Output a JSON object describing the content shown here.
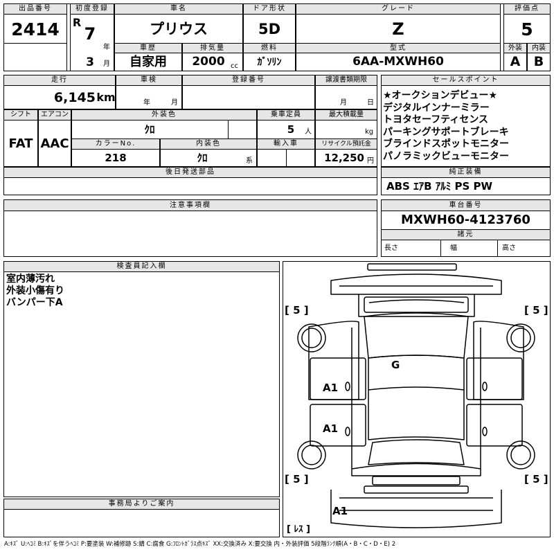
{
  "header": {
    "lot_number": {
      "label": "出品番号",
      "value": "2414"
    },
    "first_registration": {
      "label": "初度登録",
      "era": "R",
      "year": "7",
      "year_unit": "年",
      "month": "3",
      "month_unit": "月"
    },
    "car_name": {
      "label": "車名",
      "value": "プリウス"
    },
    "door_type": {
      "label": "ドア形状",
      "value": "5D"
    },
    "grade": {
      "label": "グレード",
      "value": "Z"
    },
    "score": {
      "label": "評価点",
      "value": "5"
    },
    "history": {
      "label": "車歴",
      "value": "自家用"
    },
    "displacement": {
      "label": "排気量",
      "value": "2000",
      "unit": "cc"
    },
    "fuel": {
      "label": "燃料",
      "value": "ｶﾞｿﾘﾝ"
    },
    "model": {
      "label": "型式",
      "value": "6AA-MXWH60"
    },
    "exterior_grade": {
      "label": "外装",
      "value": "A"
    },
    "interior_grade": {
      "label": "内装",
      "value": "B"
    }
  },
  "details": {
    "mileage": {
      "label": "走行",
      "value": "6,145",
      "unit": "km"
    },
    "inspection": {
      "label": "車検",
      "year_unit": "年",
      "month_unit": "月"
    },
    "registration_number": {
      "label": "登録番号"
    },
    "transfer_deadline": {
      "label": "譲渡書類期限",
      "month_unit": "月",
      "day_unit": "日"
    },
    "shift": {
      "label": "シフト",
      "value": "FAT"
    },
    "aircon": {
      "label": "エアコン",
      "value": "AAC"
    },
    "exterior_color": {
      "label": "外装色",
      "value": "ｸﾛ"
    },
    "capacity": {
      "label": "乗車定員",
      "value": "5",
      "unit": "人"
    },
    "max_load": {
      "label": "最大積載量",
      "unit": "kg"
    },
    "color_no": {
      "label": "カラーNo.",
      "value": "218"
    },
    "interior_color": {
      "label": "内装色",
      "value": "ｸﾛ",
      "unit": "系"
    },
    "import": {
      "label": "輸入車"
    },
    "recycle_fee": {
      "label": "リサイクル預託金",
      "value": "12,250",
      "unit": "円"
    },
    "later_parts": {
      "label": "後日発送部品"
    }
  },
  "selling_points": {
    "label": "セールスポイント",
    "items": [
      "★オークションデビュー★",
      "デジタルインナーミラー",
      "トヨタセーフティセンス",
      "パーキングサポートブレーキ",
      "ブラインドスポットモニター",
      "パノラミックビューモニター"
    ]
  },
  "equipment": {
    "label": "純正装備",
    "value": "ABS ｴｱB ｱﾙﾐ PS PW"
  },
  "cautions": {
    "label": "注意事項欄"
  },
  "chassis": {
    "label": "車台番号",
    "value": "MXWH60-4123760"
  },
  "specs": {
    "label": "諸元",
    "length": "長さ",
    "width": "幅",
    "height": "高さ"
  },
  "inspector": {
    "label": "検査員記入欄",
    "notes": [
      "室内薄汚れ",
      "外装小傷有り",
      "バンパー下A"
    ]
  },
  "office": {
    "label": "事務局よりご案内"
  },
  "diagram": {
    "tire_marks": {
      "front_left": "[ 5 ]",
      "front_right": "[ 5 ]",
      "rear_left": "[ 5 ]",
      "rear_right": "[ 5 ]"
    },
    "damage_marks": {
      "windshield": "G",
      "left_front_door": "A1",
      "left_rear_door": "A1",
      "rear_bumper": "A1"
    },
    "spare": "[ ﾚｽ ]"
  },
  "legend": "A:ｷｽﾞ U:ﾍｺﾐ B:ｷｽﾞを伴うﾍｺﾐ P:要塗装 W:補修跡 S:錆 C:腐食 G:ﾌﾛﾝﾄｶﾞﾗｽ点ｷｽﾞ XX:交換済み X:要交換 内・外装評価 5段階ﾗﾝｸ順(A・B・C・D・E) 2"
}
